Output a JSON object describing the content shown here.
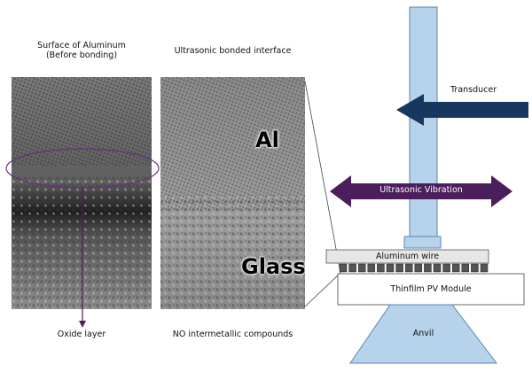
{
  "left_panel": {
    "title_line1": "Surface of Aluminum",
    "title_line2": "(Before bonding)",
    "callout": "Oxide layer"
  },
  "middle_panel": {
    "title": "Ultrasonic bonded interface",
    "label_top": "Al",
    "label_bottom": "Glass",
    "caption": "NO  intermetallic compounds"
  },
  "apparatus": {
    "transducer_label": "Transducer",
    "vibration_label": "Ultrasonic Vibration",
    "wire_label": "Aluminum wire",
    "module_label": "Thinfilm PV Module",
    "anvil_label": "Anvil"
  },
  "colors": {
    "navy_arrow": "#17375e",
    "purple_arrow": "#4a1f5c",
    "horn_fill": "#b7d3ec",
    "horn_stroke": "#5b86b0",
    "wire_fill": "#e6e6e6",
    "pad_fill": "#555555"
  }
}
